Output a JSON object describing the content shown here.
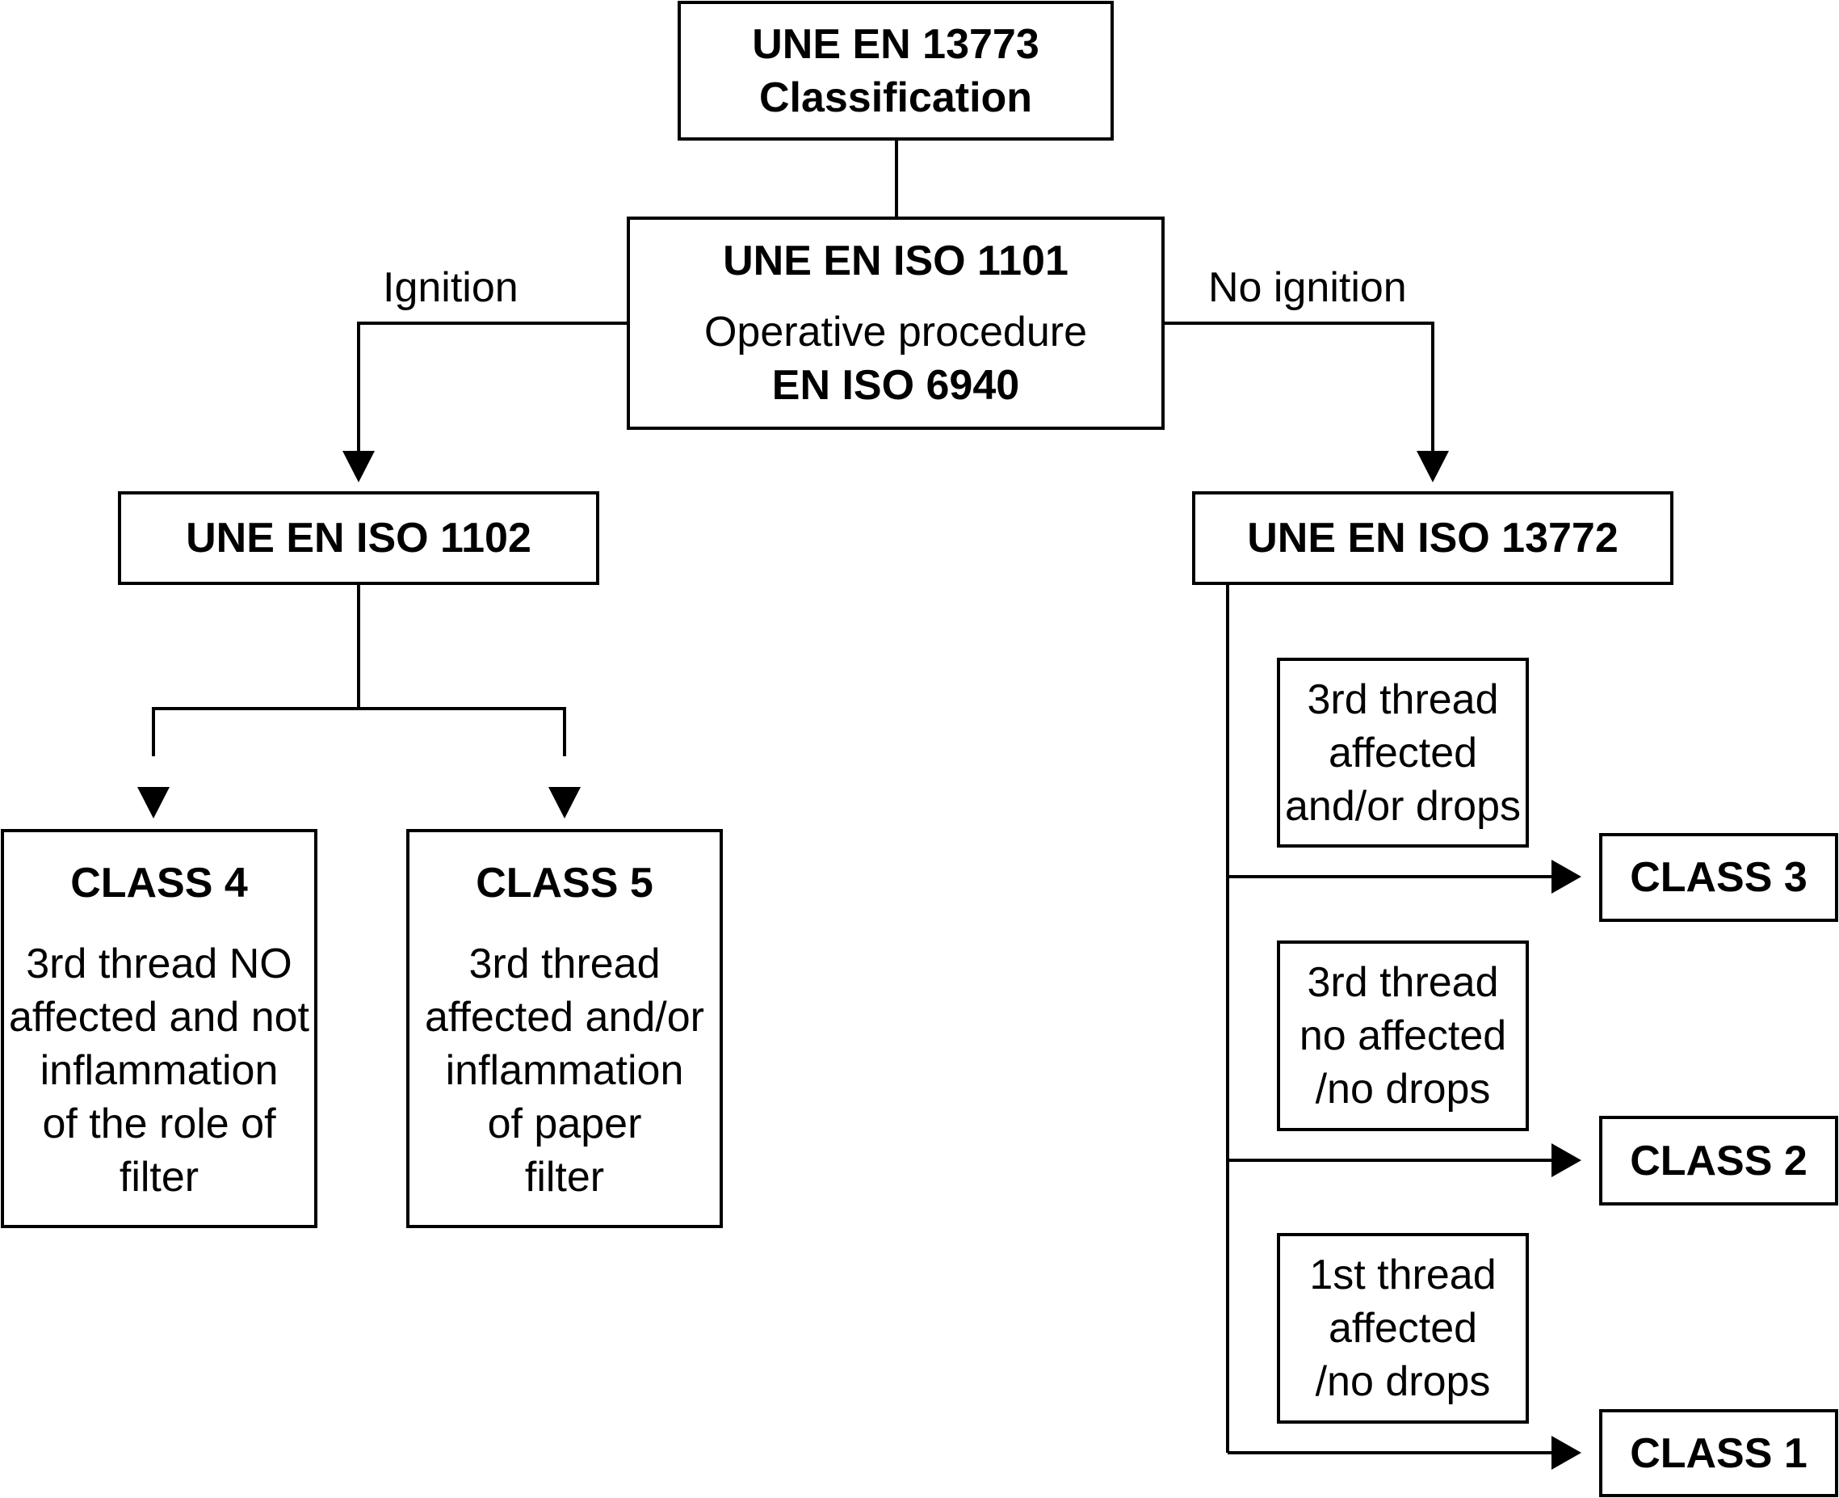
{
  "root": {
    "line1": "UNE EN 13773",
    "line2": "Classification"
  },
  "iso1101": {
    "title": "UNE EN ISO 1101",
    "line1": "Operative procedure",
    "line2": "EN ISO 6940"
  },
  "branch_left": "Ignition",
  "branch_right": "No ignition",
  "iso1102": {
    "title": "UNE EN ISO 1102"
  },
  "iso13772": {
    "title": "UNE EN ISO 13772"
  },
  "class4": {
    "title": "CLASS 4",
    "lines": [
      "3rd thread NO",
      "affected and not",
      "inflammation",
      "of the role of",
      "filter"
    ]
  },
  "class5": {
    "title": "CLASS 5",
    "lines": [
      "3rd thread",
      "affected and/or",
      "inflammation",
      "of paper",
      "filter"
    ]
  },
  "cond3": {
    "lines": [
      "3rd thread",
      "affected",
      "and/or drops"
    ]
  },
  "cond2": {
    "lines": [
      "3rd thread",
      "no affected",
      "/no drops"
    ]
  },
  "cond1": {
    "lines": [
      "1st thread",
      "affected",
      "/no drops"
    ]
  },
  "class3": {
    "title": "CLASS 3"
  },
  "class2": {
    "title": "CLASS 2"
  },
  "class1": {
    "title": "CLASS 1"
  }
}
